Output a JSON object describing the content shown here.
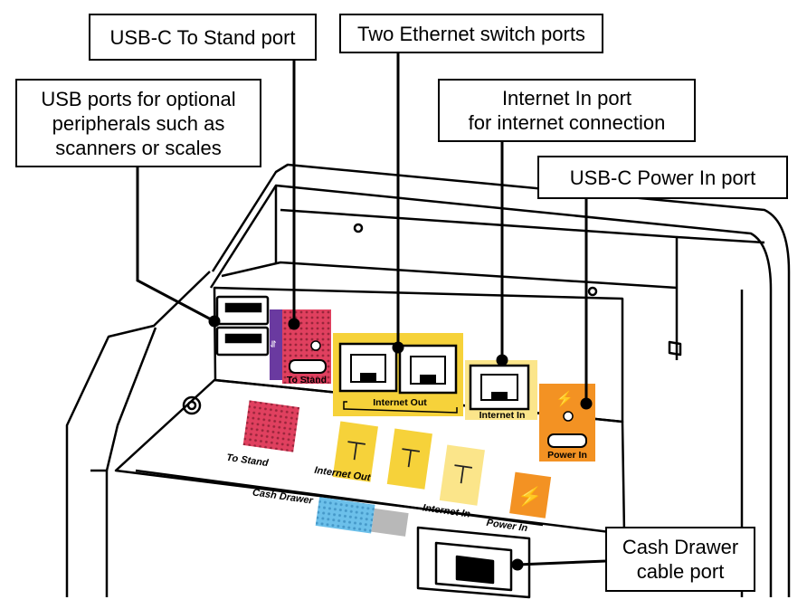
{
  "callouts": {
    "usb_peripherals": "USB ports for optional\nperipherals such as\nscanners or scales",
    "usbc_to_stand": "USB-C To Stand port",
    "ethernet_switch": "Two Ethernet switch ports",
    "internet_in": "Internet In port\nfor internet connection",
    "usbc_power_in": "USB-C Power In port",
    "cash_drawer": "Cash Drawer\ncable port"
  },
  "device_labels": {
    "to_stand": "To Stand",
    "internet_out": "Internet Out",
    "internet_in": "Internet In",
    "power_in": "Power In"
  },
  "tray_labels": {
    "to_stand": "To Stand",
    "internet_out": "Internet Out",
    "internet_in": "Internet In",
    "power_in": "Power In",
    "cash_drawer": "Cash Drawer"
  },
  "colors": {
    "pink": "#e0405f",
    "purple": "#6a3aa0",
    "yellow": "#f6d23a",
    "yellow_light": "#fbe58a",
    "orange": "#f39223",
    "blue": "#6cc0ea",
    "gray": "#b8b8b8"
  }
}
